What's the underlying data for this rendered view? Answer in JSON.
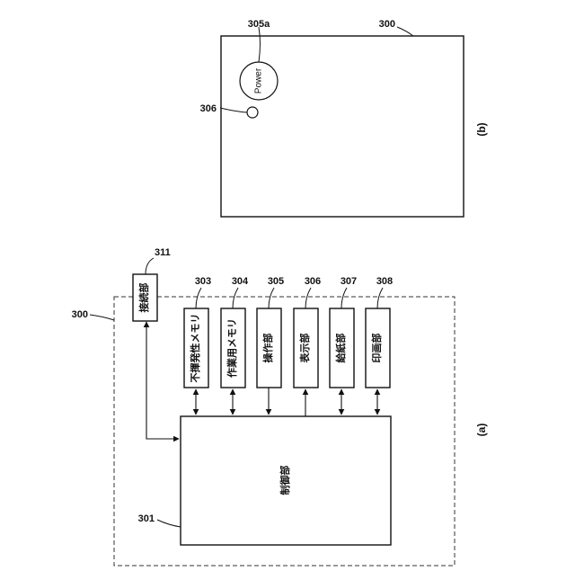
{
  "figure_a": {
    "caption": "(a)",
    "device_ref": "300",
    "control": {
      "ref": "301",
      "label": "制御部"
    },
    "connection": {
      "ref": "311",
      "label": "接続部"
    },
    "units": [
      {
        "ref": "303",
        "label": "不揮発性メモリ"
      },
      {
        "ref": "304",
        "label": "作業用メモリ"
      },
      {
        "ref": "305",
        "label": "操作部"
      },
      {
        "ref": "306",
        "label": "表示部"
      },
      {
        "ref": "307",
        "label": "給紙部"
      },
      {
        "ref": "308",
        "label": "印画部"
      }
    ]
  },
  "figure_b": {
    "caption": "(b)",
    "device_ref": "300",
    "power_button": {
      "ref": "305a",
      "label": "Power"
    },
    "indicator": {
      "ref": "306"
    }
  }
}
